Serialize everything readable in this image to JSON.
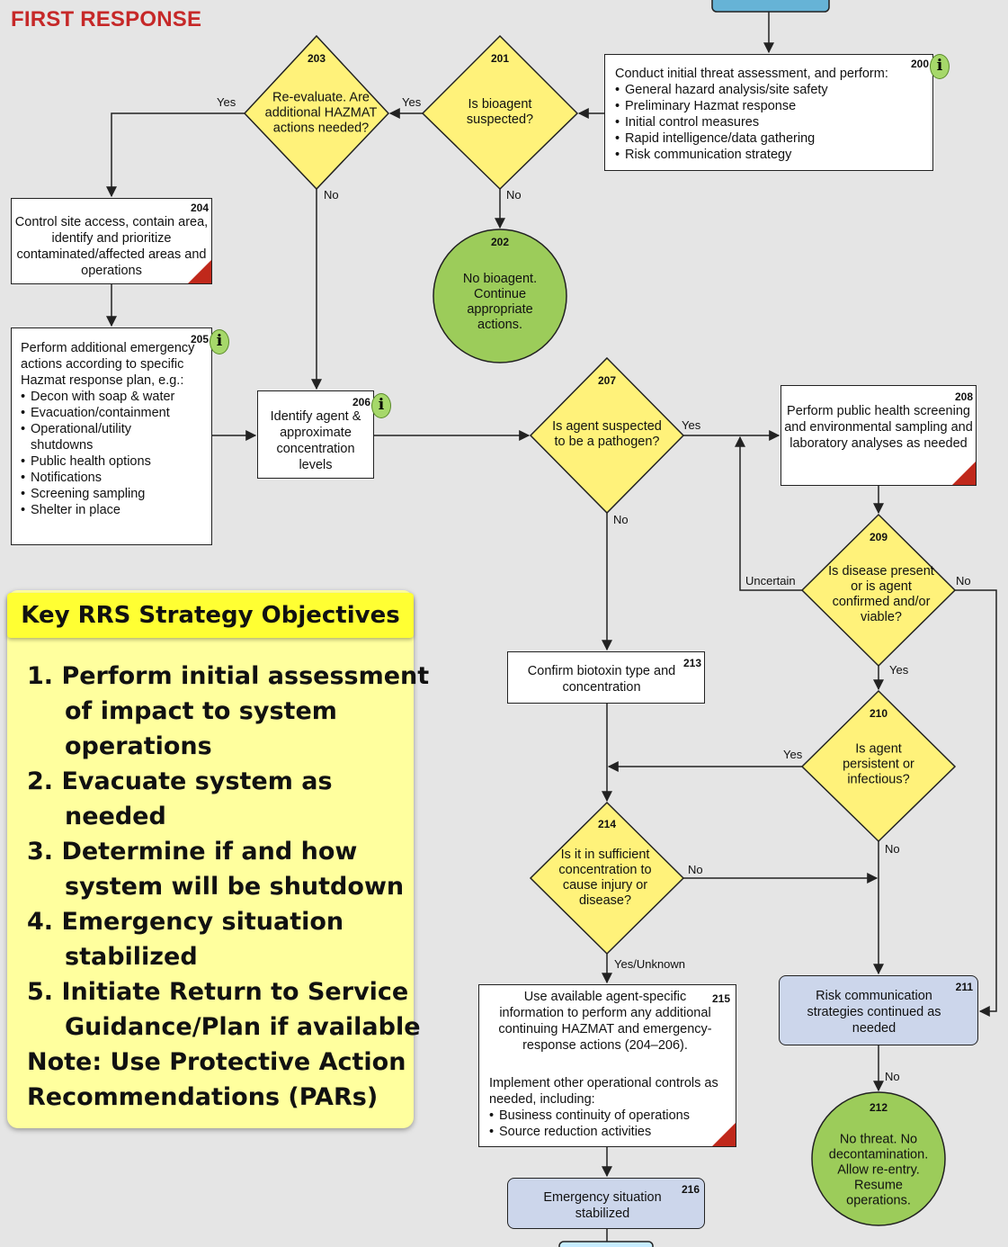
{
  "header": {
    "title": "FIRST RESPONSE"
  },
  "nodes": {
    "n200": {
      "num": "200",
      "text": "Conduct initial threat assessment, and perform:",
      "bullets": [
        "General hazard analysis/site safety",
        "Preliminary Hazmat response",
        "Initial control measures",
        "Rapid intelligence/data gathering",
        "Risk communication strategy"
      ]
    },
    "n201": {
      "num": "201",
      "text": "Is bioagent suspected?"
    },
    "n202": {
      "num": "202",
      "text": "No bioagent. Continue appropriate actions."
    },
    "n203": {
      "num": "203",
      "text": "Re-evaluate. Are additional HAZMAT actions needed?"
    },
    "n204": {
      "num": "204",
      "text": "Control site access, contain area, identify and prioritize contaminated/affected areas and operations"
    },
    "n205": {
      "num": "205",
      "text": "Perform additional emergency actions according to specific Hazmat response plan, e.g.:",
      "bullets": [
        "Decon with soap & water",
        "Evacuation/containment",
        "Operational/utility shutdowns",
        "Public health options",
        "Notifications",
        "Screening sampling",
        "Shelter in place"
      ]
    },
    "n206": {
      "num": "206",
      "text": "Identify agent & approximate concentration levels"
    },
    "n207": {
      "num": "207",
      "text": "Is agent suspected to be a pathogen?"
    },
    "n208": {
      "num": "208",
      "text": "Perform public health screening and environmental sampling and laboratory analyses as needed"
    },
    "n209": {
      "num": "209",
      "text": "Is disease present or is agent confirmed and/or viable?"
    },
    "n210": {
      "num": "210",
      "text": "Is agent persistent or infectious?"
    },
    "n211": {
      "num": "211",
      "text": "Risk communication strategies continued as needed"
    },
    "n212": {
      "num": "212",
      "text": "No threat. No decontamination. Allow re-entry. Resume operations."
    },
    "n213": {
      "num": "213",
      "text": "Confirm biotoxin type and concentration"
    },
    "n214": {
      "num": "214",
      "text": "Is it in sufficient concentration to cause injury or disease?"
    },
    "n215": {
      "num": "215",
      "text": "Use available agent-specific information to perform any additional continuing HAZMAT and emergency-response actions (204–206).",
      "text2": "Implement other operational controls as needed, including:",
      "bullets": [
        "Business continuity of operations",
        "Source reduction activities"
      ]
    },
    "n216": {
      "num": "216",
      "text": "Emergency situation stabilized"
    }
  },
  "edge_labels": {
    "yes_203": "Yes",
    "yes_201": "Yes",
    "no_203": "No",
    "no_201": "No",
    "yes_207": "Yes",
    "no_207": "No",
    "uncertain_209": "Uncertain",
    "no_209": "No",
    "yes_209": "Yes",
    "yes_210": "Yes",
    "no_210": "No",
    "no_214": "No",
    "yes_unknown_214": "Yes/Unknown",
    "no_211": "No"
  },
  "info_icon": "i",
  "key_objectives": {
    "title": "Key RRS Strategy Objectives",
    "lines": [
      "1.  Perform initial assessment",
      "of  impact to system",
      "operations",
      "2.  Evacuate system as",
      "needed",
      "3.  Determine if and how",
      "system will be shutdown",
      "4.  Emergency situation",
      "stabilized",
      "5.  Initiate Return to Service",
      "Guidance/Plan if available",
      "Note: Use Protective Action",
      "Recommendations (PARs)"
    ]
  },
  "colors": {
    "title": "#c62828",
    "diamond": "#fff27a",
    "circle": "#9ccc5a",
    "blue_box": "#ccd6eb",
    "key_bg": "#ffff9e",
    "key_head": "#ffff33",
    "corner": "#c0281b"
  }
}
